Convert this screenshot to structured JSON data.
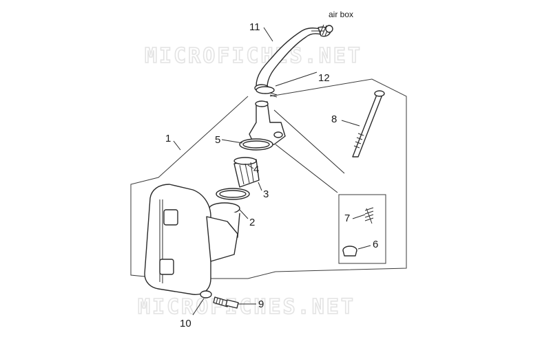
{
  "watermarks": [
    "MICROFICHES.NET",
    "MICROFICHES.NET"
  ],
  "labels": {
    "air_box": "air box",
    "n1": "1",
    "n2": "2",
    "n3": "3",
    "n4": "4",
    "n5": "5",
    "n6": "6",
    "n7": "7",
    "n8": "8",
    "n9": "9",
    "n10": "10",
    "n11": "11",
    "n12": "12"
  }
}
